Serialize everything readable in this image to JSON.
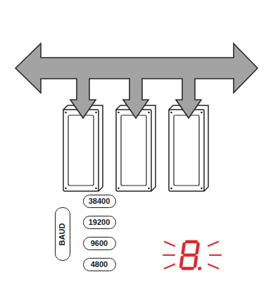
{
  "diagram": {
    "nodes": [
      {
        "text": [
          "BAUD"
        ]
      },
      {
        "text": [
          "38400"
        ]
      },
      {
        "text": [
          "19200"
        ]
      },
      {
        "text": [
          "9600"
        ]
      },
      {
        "text": [
          "4800"
        ]
      }
    ]
  }
}
